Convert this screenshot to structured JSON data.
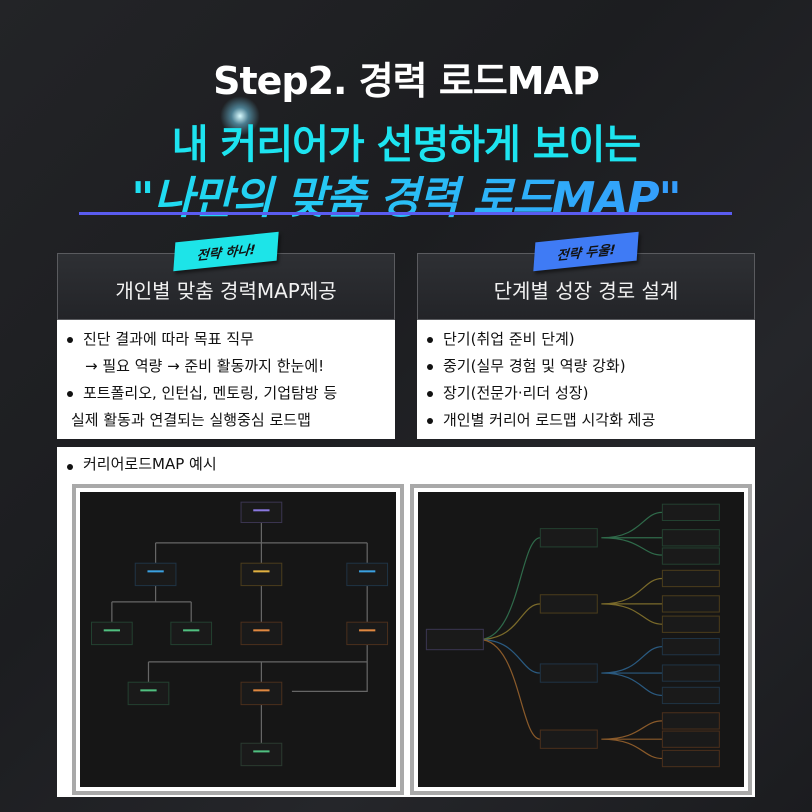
{
  "header": {
    "step_title": "Step2. 경력 로드MAP",
    "subtitle": "내 커리어가 선명하게 보이는",
    "headline": "\"나만의 맞춤 경력 로드MAP\""
  },
  "cards": [
    {
      "badge": "전략 하나!",
      "badge_color": "#1de4e8",
      "title": "개인별 맞춤 경력MAP제공",
      "lines": [
        "진단 결과에 따라 목표 직무",
        "→ 필요 역량 → 준비 활동까지 한눈에!",
        "포트폴리오, 인턴십, 멘토링, 기업탐방 등",
        "실제 활동과 연결되는 실행중심 로드맵"
      ]
    },
    {
      "badge": "전략 두울!",
      "badge_color": "#3f7bf5",
      "title": "단계별 성장 경로 설계",
      "lines": [
        "단기(취업 준비 단계)",
        "중기(실무 경험 및 역량 강화)",
        "장기(전문가·리더 성장)",
        "개인별 커리어 로드맵 시각화 제공"
      ]
    }
  ],
  "example": {
    "label": "커리어로드MAP 예시"
  }
}
